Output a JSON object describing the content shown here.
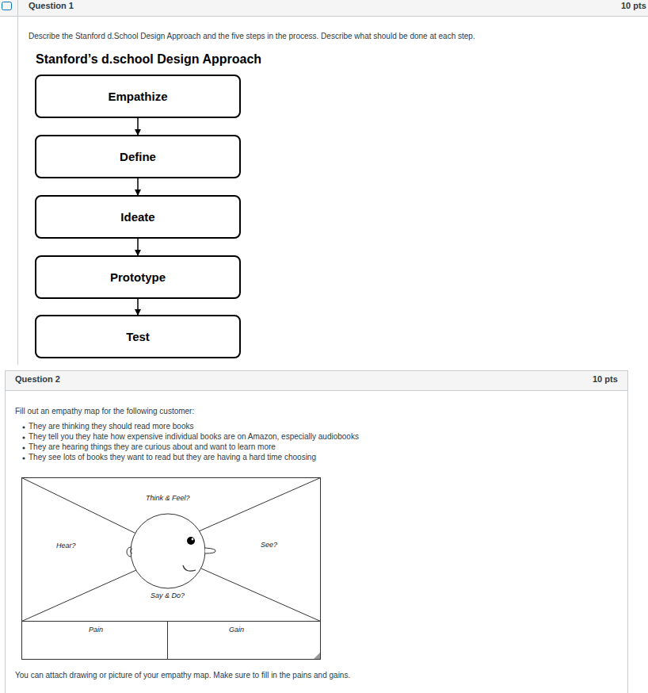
{
  "diagram": {
    "title": "Stanford’s d.school Design Approach",
    "nodes": [
      {
        "text": [
          "Empathize"
        ]
      },
      {
        "text": [
          "Define"
        ]
      },
      {
        "text": [
          "Ideate"
        ]
      },
      {
        "text": [
          "Prototype"
        ]
      },
      {
        "text": [
          "Test"
        ]
      }
    ],
    "edges": [
      {
        "from": 0,
        "to": 1,
        "arrow": "to"
      },
      {
        "from": 1,
        "to": 2,
        "arrow": "to"
      },
      {
        "from": 2,
        "to": 3,
        "arrow": "to"
      },
      {
        "from": 3,
        "to": 4,
        "arrow": "to"
      }
    ],
    "labels": [
      "Question 1",
      "10 pts",
      "Describe the Stanford d.School Design Approach and the five steps in the process. Describe what should be done at each step.",
      "Question 2",
      "10 pts",
      "Fill out an empathy map for the following customer:",
      "They are thinking they should read more books",
      "They tell you they hate how expensive individual books are on Amazon, especially audiobooks",
      "They are hearing things they are curious about and want to learn more",
      "They see lots of books they want to read but they are having a hard time choosing",
      "Think & Feel?",
      "Hear?",
      "See?",
      "Say & Do?",
      "Pain",
      "Gain",
      "You can attach drawing or picture of your empathy map. Make sure to fill in the pains and gains."
    ]
  }
}
